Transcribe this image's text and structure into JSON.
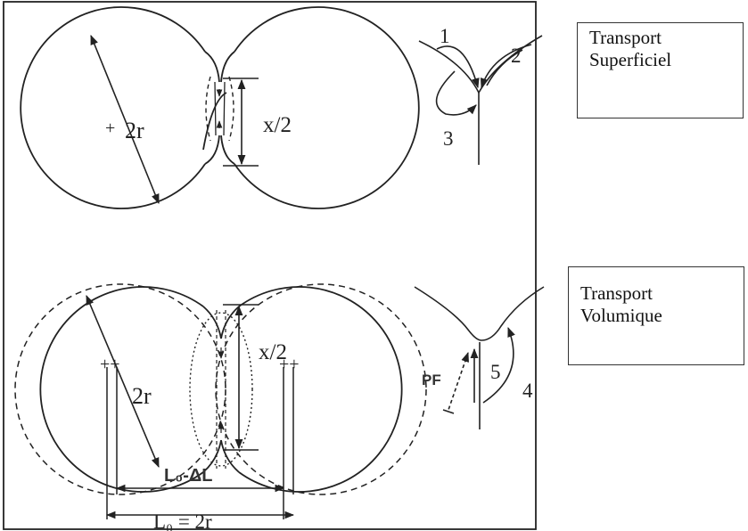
{
  "labels": {
    "top_radius": "2r",
    "top_neck": "x/2",
    "mech_1": "1",
    "mech_2": "2",
    "mech_3": "3",
    "bottom_radius": "2r",
    "bottom_neck": "x/2",
    "shrunk_length": "L₀-ΔL",
    "initial_length": "L₀ = 2r",
    "pf": "PF",
    "mech_4": "4",
    "mech_5": "5"
  },
  "boxes": {
    "surface_line1": "Transport",
    "surface_line2": "Superficiel",
    "volume_line1": "Transport",
    "volume_line2": "Volumique"
  }
}
